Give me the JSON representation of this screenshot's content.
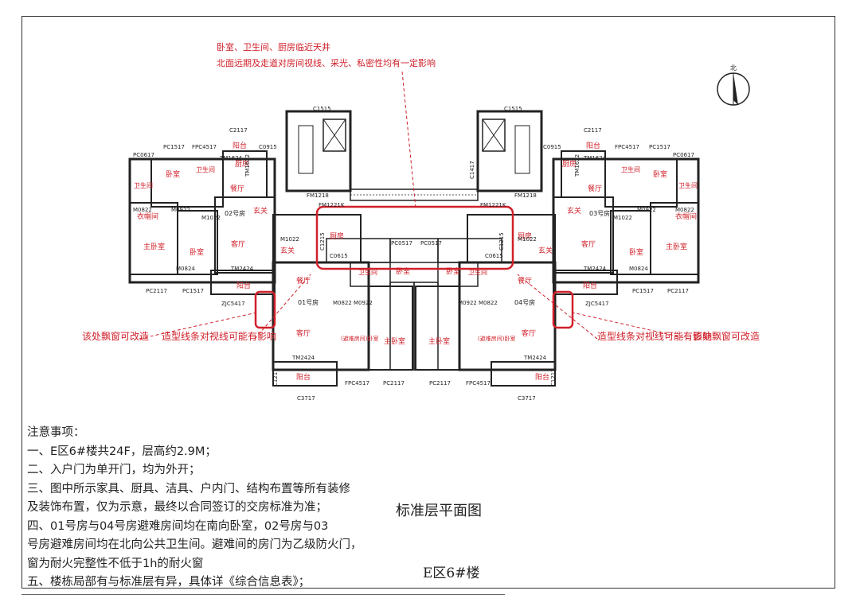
{
  "drawing": {
    "title": "标准层平面图",
    "subtitle": "E区6#楼",
    "north": "北"
  },
  "annotations": {
    "top_line1": "卧室、卫生间、厨房临近天井",
    "top_line2": "北面远期及走道对房间视线、采光、私密性均有一定影响",
    "left_window": "该处飘窗可改造",
    "left_line": "造型线条对视线可能有影响",
    "right_line": "造型线条对视线可能有影响",
    "right_window": "该处飘窗可改造"
  },
  "rooms": {
    "balcony": "阳台",
    "bedroom": "卧室",
    "master": "主卧室",
    "bath": "卫生间",
    "cloak": "衣帽间",
    "kitchen": "厨房",
    "dining": "餐厅",
    "living": "客厅",
    "entry": "玄关",
    "refuge": "(避难房间)卧室",
    "unit01": "01号房",
    "unit02": "02号房",
    "unit04": "04号房",
    "unit03": "03号房"
  },
  "codes": {
    "c2117": "C2117",
    "pc0617": "PC0617",
    "pc1517": "PC1517",
    "fpc": "FPC4517",
    "c0915": "C0915",
    "tm1624": "TM1624",
    "tm1622": "TM1622",
    "m0822": "M0822",
    "m0922": "M0922",
    "m1022": "M1022",
    "m0824": "M0824",
    "tm2424": "TM2424",
    "zjc5417": "ZJC5417",
    "pc2117": "PC2117",
    "c1217": "C1217",
    "c3717": "C3717",
    "c0615": "C0615",
    "c1215": "C1215",
    "fm1221k": "FM1221K",
    "fm1218": "FM1218",
    "c1515": "C1515",
    "c1417": "C1417",
    "pc0517": "PC0517"
  },
  "notes": {
    "heading": "注意事项：",
    "n1": "一、E区6#楼共24F，层高约2.9M；",
    "n2": "二、入户门为单开门，均为外开；",
    "n3a": "三、图中所示家具、厨具、洁具、户内门、结构布置等所有装修",
    "n3b": "及装饰布置，仅为示意，最终以合同签订的交房标准为准；",
    "n4a": "四、01号房与04号房避难房间均在南向卧室，02号房与03",
    "n4b": "号房避难房间均在北向公共卫生间。避难间的房门为乙级防火门，",
    "n4c": "窗为耐火完整性不低于1h的耐火窗",
    "n5": "五、楼栋局部有与标准层有异，具体详《综合信息表》；"
  },
  "colors": {
    "annotation": "#d0202a",
    "lines": "#222222"
  }
}
